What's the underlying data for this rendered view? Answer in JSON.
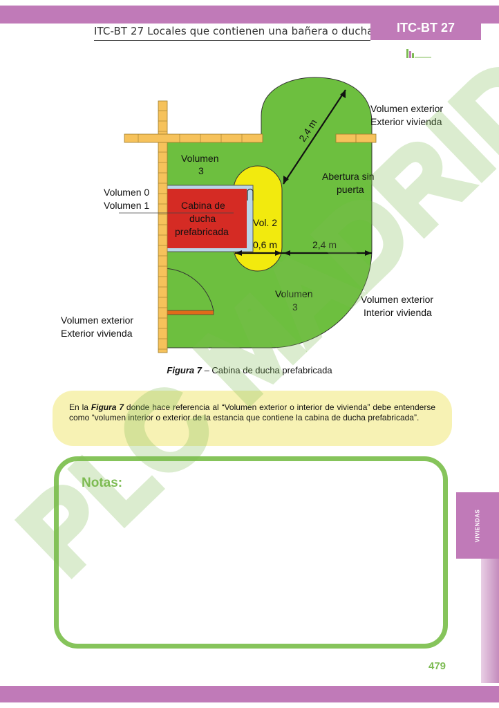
{
  "header": {
    "title": "ITC-BT 27 Locales que contienen una bañera o ducha",
    "tab": "ITC-BT 27"
  },
  "side_tab": "VIVIENDAS",
  "figure": {
    "labels": {
      "volumen_exterior_top_1": "Volumen exterior",
      "volumen_exterior_top_2": "Exterior vivienda",
      "dim_diag": "2,4 m",
      "volumen3_top_1": "Volumen",
      "volumen3_top_2": "3",
      "abertura_1": "Abertura sin",
      "abertura_2": "puerta",
      "volumen0": "Volumen 0",
      "volumen1": "Volumen 1",
      "cabina_1": "Cabina de",
      "cabina_2": "ducha",
      "cabina_3": "prefabricada",
      "vol2": "Vol. 2",
      "dim_06": "0,6 m",
      "dim_24": "2,4 m",
      "volumen3_bottom_1": "Volumen",
      "volumen3_bottom_2": "3",
      "volumen_interior_1": "Volumen exterior",
      "volumen_interior_2": "Interior vivienda",
      "volumen_exterior_left_1": "Volumen exterior",
      "volumen_exterior_left_2": "Exterior vivienda"
    },
    "caption_bold": "Figura 7",
    "caption_rest": " – Cabina de ducha prefabricada"
  },
  "note": {
    "pre": "En la ",
    "bold": "Figura 7",
    "post": " donde hace referencia al “Volumen exterior o interior de vivienda” debe entenderse como “volumen interior o exterior de la estancia que contiene la cabina de ducha prefabricada”."
  },
  "notas_title": "Notas:",
  "page_number": "479",
  "watermark": "PLC MADRID",
  "colors": {
    "accent_purple": "#c07ab8",
    "green_volume": "#6dbf3f",
    "yellow_volume": "#f2ea0e",
    "red_cabin": "#d52b24",
    "wall_orange": "#f6c25b",
    "notes_green": "#86c45b"
  }
}
